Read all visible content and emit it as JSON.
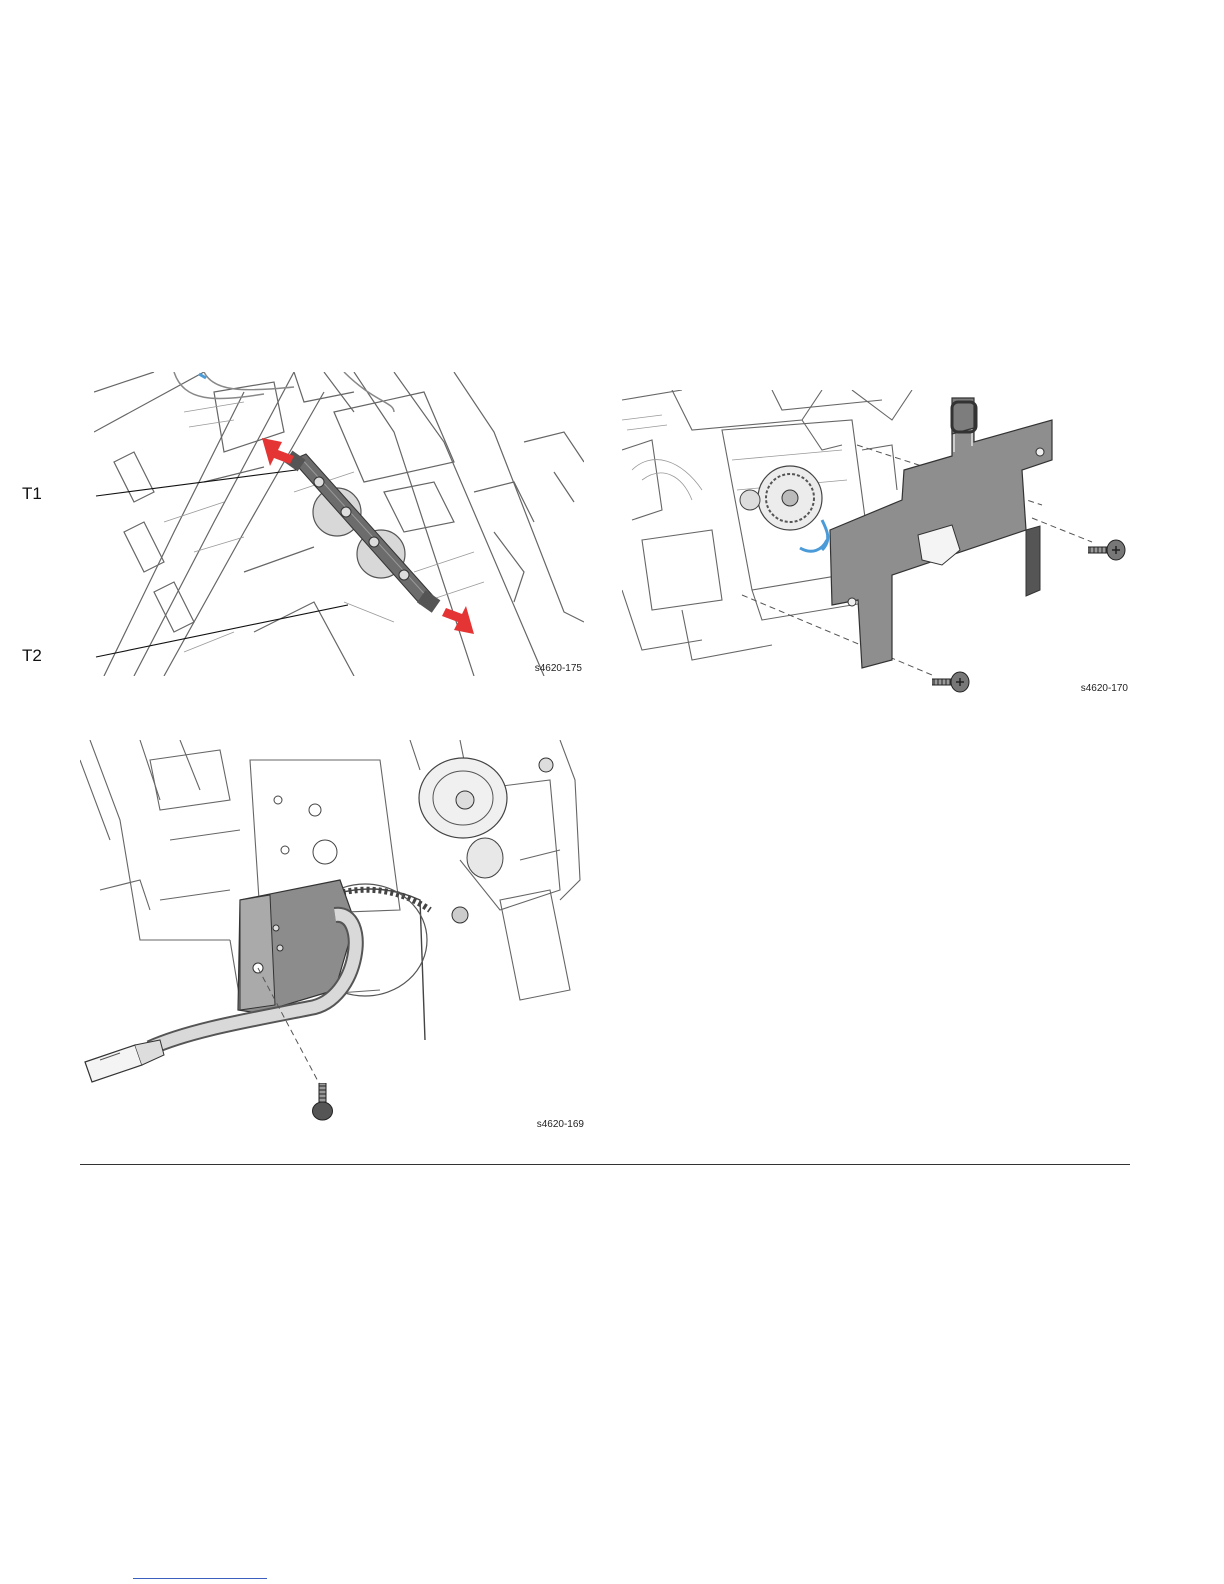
{
  "figures": [
    {
      "id": "s4620-175",
      "callouts": [
        "T1",
        "T2"
      ],
      "arrow_color": "#e43434"
    },
    {
      "id": "s4620-170",
      "callouts": [],
      "accent_color": "#4a9bd8"
    },
    {
      "id": "s4620-169",
      "callouts": []
    }
  ],
  "icons": {
    "screw": "screw-icon",
    "arrow": "double-arrow-icon"
  }
}
